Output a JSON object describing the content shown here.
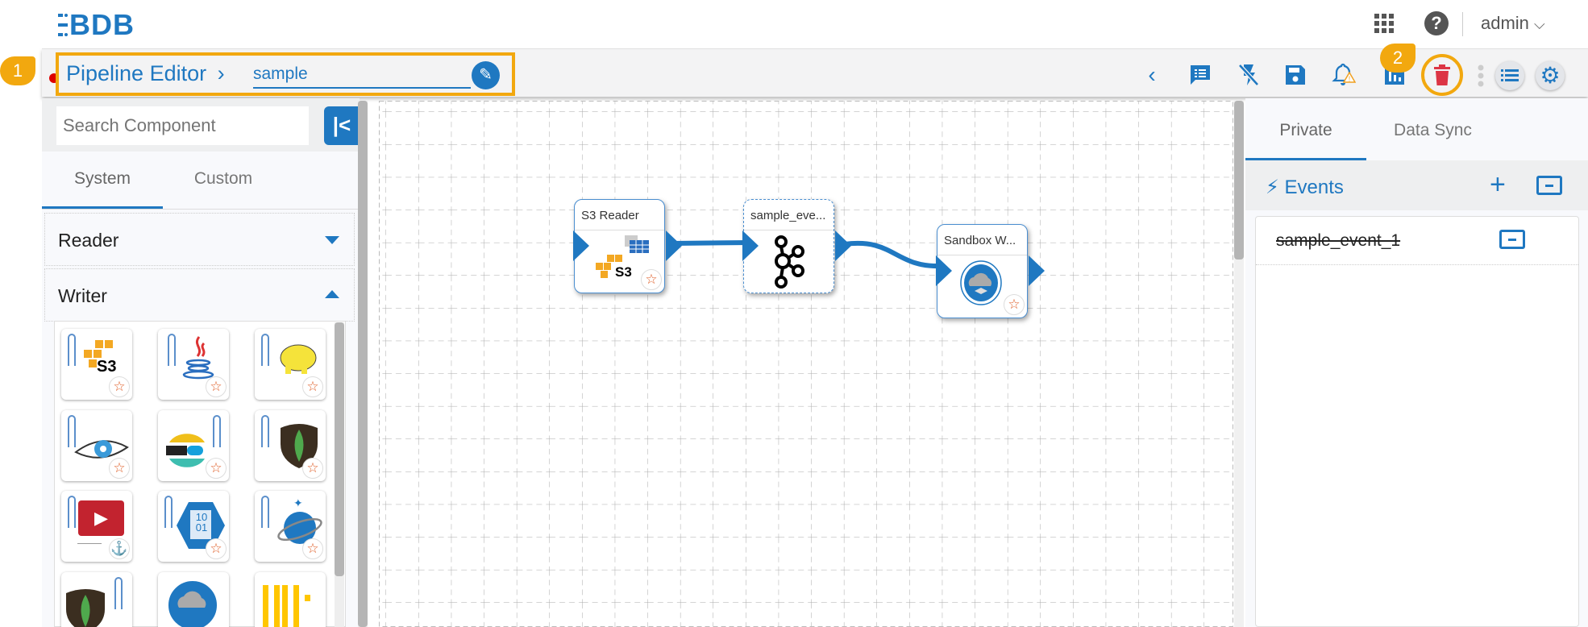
{
  "header": {
    "logo_text": "BDB",
    "user": "admin",
    "icons": [
      "apps-grid-icon",
      "help-icon",
      "chevron-down-icon"
    ]
  },
  "toolbar": {
    "title": "Pipeline Editor",
    "separator": "›",
    "pipeline_name": "sample",
    "annotation_1": "1",
    "annotation_2": "2",
    "icons": [
      "back-chevron-icon",
      "comment-icon",
      "flash-off-icon",
      "save-icon",
      "alert-bell-icon",
      "chart-icon",
      "delete-icon",
      "more-vert-icon",
      "list-icon",
      "gear-icon"
    ],
    "colors": {
      "accent": "#1f78c1",
      "delete": "#dc3545",
      "annotation": "#f2a80f"
    }
  },
  "left_panel": {
    "search_placeholder": "Search Component",
    "tabs": [
      "System",
      "Custom"
    ],
    "active_tab": "System",
    "sections": [
      {
        "label": "Reader",
        "expanded": false
      },
      {
        "label": "Writer",
        "expanded": true
      }
    ],
    "writer_tiles": [
      {
        "icon": "s3-writer-icon",
        "text": "S3"
      },
      {
        "icon": "java-writer-icon"
      },
      {
        "icon": "hadoop-writer-icon"
      },
      {
        "icon": "cassandra-writer-icon"
      },
      {
        "icon": "elastic-writer-icon"
      },
      {
        "icon": "mongodb-writer-icon"
      },
      {
        "icon": "video-writer-icon"
      },
      {
        "icon": "binary-writer-icon",
        "text": "10 01"
      },
      {
        "icon": "cosmos-writer-icon"
      },
      {
        "icon": "mongodb-writer-icon"
      },
      {
        "icon": "sandbox-writer-icon"
      },
      {
        "icon": "bars-writer-icon"
      }
    ]
  },
  "canvas": {
    "nodes": [
      {
        "title": "S3 Reader"
      },
      {
        "title": "sample_eve..."
      },
      {
        "title": "Sandbox W..."
      }
    ],
    "s3_text": "S3"
  },
  "right_panel": {
    "tabs": [
      "Private",
      "Data Sync"
    ],
    "active_tab": "Private",
    "events_label": "Events",
    "events": [
      {
        "name": "sample_event_1"
      }
    ]
  }
}
